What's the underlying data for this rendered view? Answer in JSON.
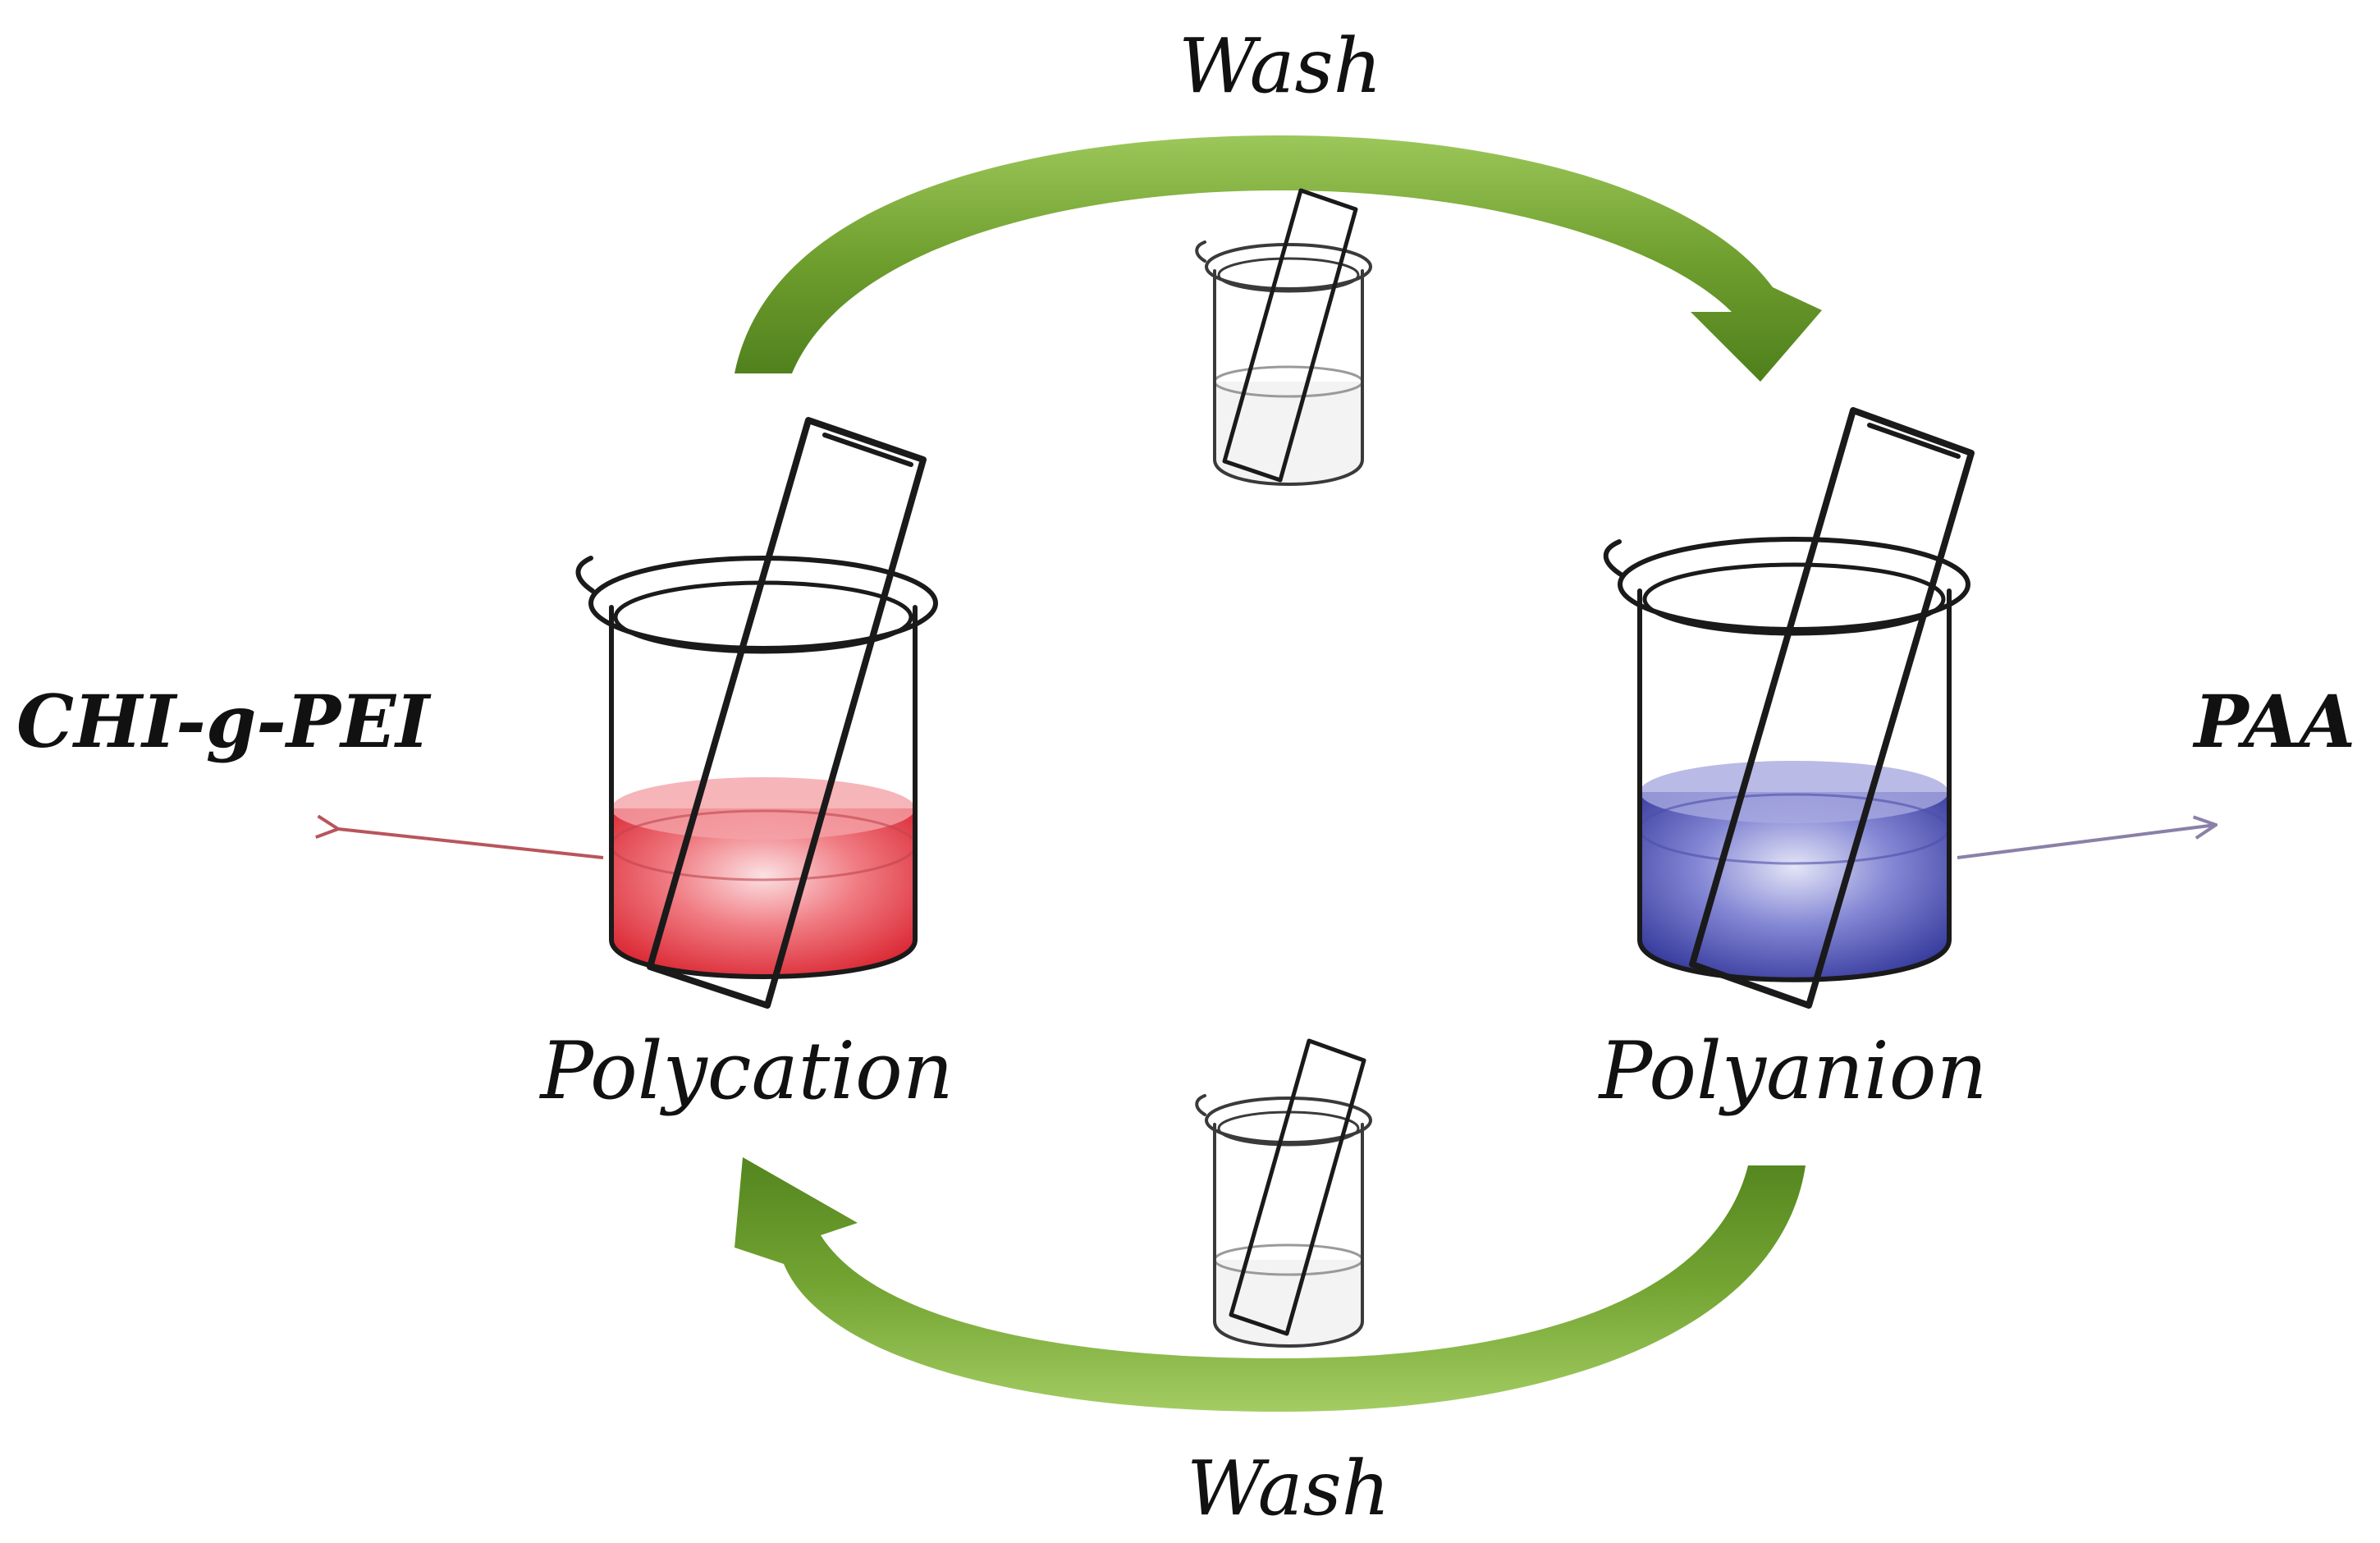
{
  "labels": {
    "wash_top": "Wash",
    "wash_bottom": "Wash",
    "polycation": "Polycation",
    "polyanion": "Polyanion",
    "polycation_compound": "CHI-g-PEI",
    "polyanion_compound": "PAA"
  },
  "colors": {
    "cycle_arrow": "#7cab3a",
    "polycation_solution": "#e8333c",
    "polyanion_solution": "#3b3fa8",
    "polycation_pointer": "#b8555c",
    "polyanion_pointer": "#8a80a8",
    "outline": "#1a1a1a"
  },
  "icons": {
    "large_beakers": "beaker-with-slide-icon",
    "wash_beakers": "small-wash-beaker-icon",
    "cycle": "curved-arrow-icon"
  }
}
